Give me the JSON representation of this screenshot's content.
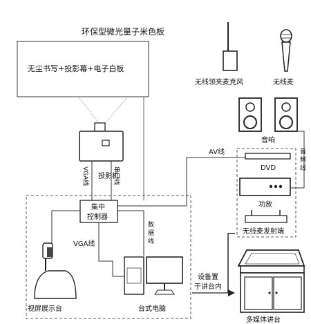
{
  "labels": {
    "board_title": "环保型微光量子米色板",
    "board_text": "无尘书写+投影幕+电子白板",
    "projector": "投影机",
    "vga_vertical": "VGA线",
    "serial": "串口线",
    "controller_line1": "集中",
    "controller_line2": "控制器",
    "vga_line": "VGA线",
    "data_line": "数据线",
    "av_line": "AV线",
    "lapel_mic": "无线领夹麦克风",
    "handheld_mic": "无线麦",
    "speaker": "音响",
    "audio_line": "音频线",
    "dvd": "DVD",
    "amp": "功放",
    "mic_transmitter": "无线麦发射端",
    "device_note_line1": "设备置",
    "device_note_line2": "于讲台内",
    "visualizer": "视屏展示台",
    "desktop": "台式电脑",
    "podium": "多媒体讲台"
  }
}
